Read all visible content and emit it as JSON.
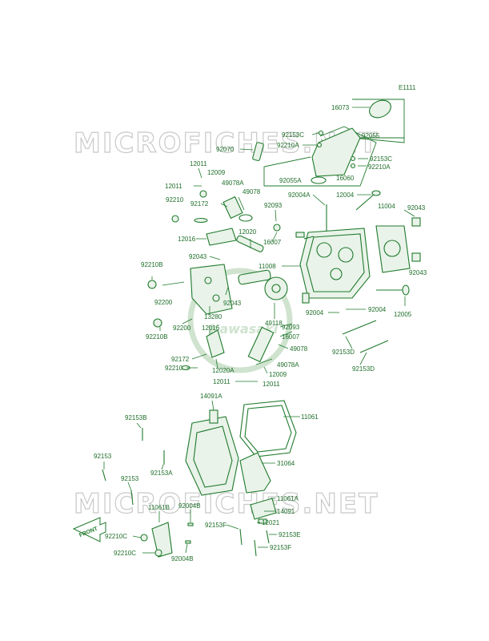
{
  "diagram_id": "E1111",
  "watermark": "MICROFICHES.NET",
  "brand": "Kawasaki",
  "front_arrow": "FRONT",
  "labels": {
    "l16073": "16073",
    "l92055": "92055",
    "l92153C_a": "92153C",
    "l92210A_a": "92210A",
    "l92070": "92070",
    "l92153C_b": "92153C",
    "l92210A_b": "92210A",
    "l92055A": "92055A",
    "l16060": "16060",
    "l12011_a": "12011",
    "l12011_b": "12011",
    "l12009_a": "12009",
    "l49078A_a": "49078A",
    "l49078_a": "49078",
    "l92004A": "92004A",
    "l12004": "12004",
    "l92210_a": "92210",
    "l92172_a": "92172",
    "l92093_a": "92093",
    "l11004": "11004",
    "l92043_a": "92043",
    "l12016_a": "12016",
    "l12020": "12020",
    "l16007_a": "16007",
    "l92043_b": "92043",
    "l11008": "11008",
    "l92043_c": "92043",
    "l92210B_a": "92210B",
    "l92200_a": "92200",
    "l92043_d": "92043",
    "l13280": "13280",
    "l49118": "49118",
    "l92004_a": "92004",
    "l92004_b": "92004",
    "l12005": "12005",
    "l92210B_b": "92210B",
    "l92200_b": "92200",
    "l12016_b": "12016",
    "l92093_b": "92093",
    "l16007_b": "16007",
    "l92153D_a": "92153D",
    "l49078_b": "49078",
    "l92172_b": "92172",
    "l49078A_b": "49078A",
    "l92210_b": "92210",
    "l12020A": "12020A",
    "l12009_b": "12009",
    "l92153D_b": "92153D",
    "l12011_c": "12011",
    "l12011_d": "12011",
    "l14091A": "14091A",
    "l11061": "11061",
    "l92153B": "92153B",
    "l92153_a": "92153",
    "l92153A": "92153A",
    "l31064": "31064",
    "l92153_b": "92153",
    "l11061A": "11061A",
    "l11061B": "11061B",
    "l92004B_a": "92004B",
    "l14091": "14091",
    "l92153F_a": "92153F",
    "l12021": "12021",
    "l92210C_a": "92210C",
    "l92153E": "92153E",
    "l92210C_b": "92210C",
    "l92153F_b": "92153F",
    "l92004B_b": "92004B"
  }
}
